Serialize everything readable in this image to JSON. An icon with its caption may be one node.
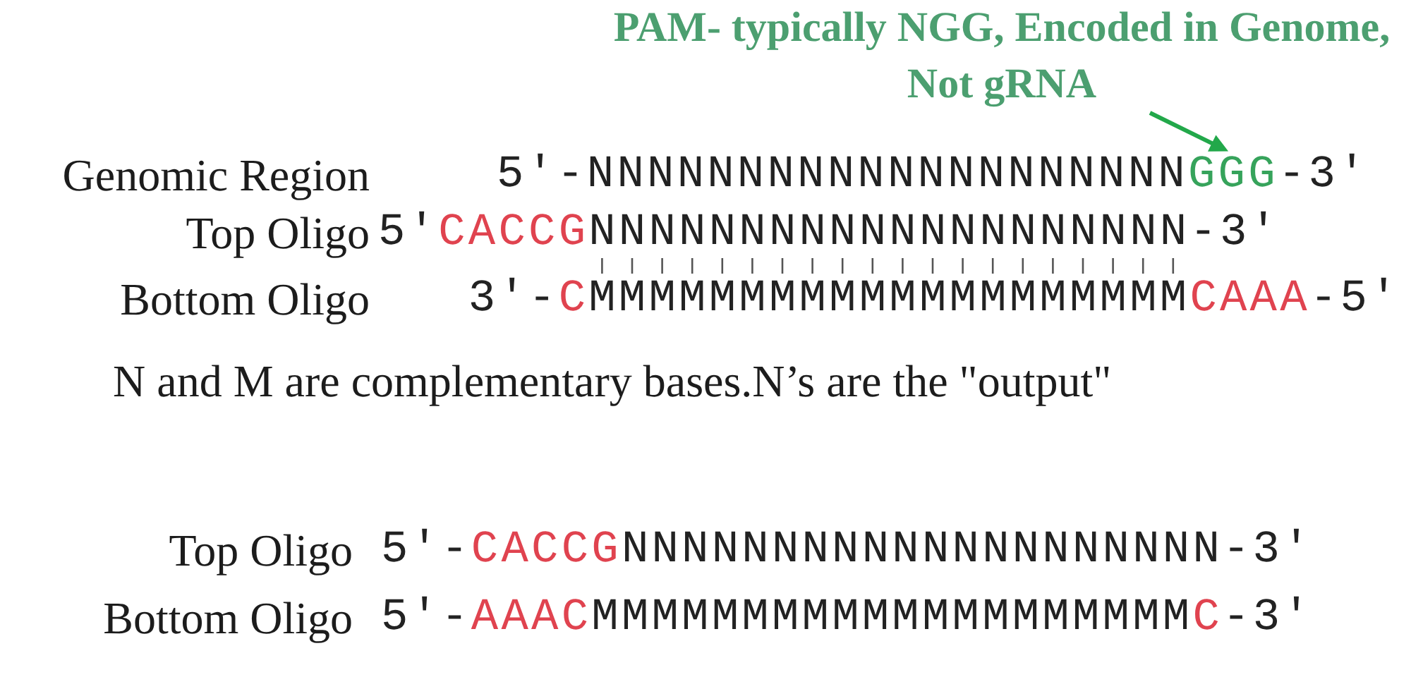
{
  "diagram": {
    "nodes": [
      {
        "text": [
          "PAM- typically NGG, Encoded in Genome, Not gRNA"
        ]
      },
      {
        "text": [
          "5′-NNNNNNNNNNNNNNNNNNNNGGG-3′"
        ]
      }
    ],
    "edges": [
      {
        "from": 0,
        "to": 1,
        "arrow": "to"
      }
    ],
    "labels": [
      "Genomic Region",
      "Top Oligo",
      "5′CACCGNNNNNNNNNNNNNNNNNNNN-3′",
      "Bottom Oligo",
      "3′-CMMMMMMMMMMMMMMMMMMMMCAAA-5′",
      "N and M are complementary bases.N’s are the \"output\"",
      "Top Oligo",
      "5′-CACCGNNNNNNNNNNNNNNNNNNNN-3′",
      "Bottom Oligo",
      "5′-AAACMMMMMMMMMMMMMMMMMMMMC-3′"
    ]
  }
}
